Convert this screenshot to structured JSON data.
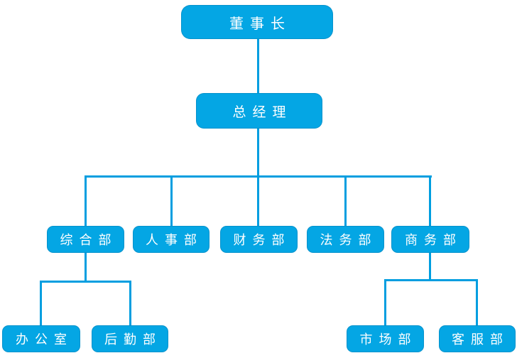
{
  "diagram": {
    "type": "org-chart",
    "background_color": "#FFFFFF",
    "levels": 4
  },
  "colors": {
    "node_fill": "#04A6E4",
    "node_border": "#0A8FC8",
    "connector": "#009EE0",
    "node_text": "#FFFFFF",
    "canvas_bg": "#FFFFFF"
  },
  "nodes": {
    "chairman": {
      "label": "董事长",
      "level": 1
    },
    "general_manager": {
      "label": "总经理",
      "level": 2
    },
    "general_affairs": {
      "label": "综合部",
      "level": 3
    },
    "hr": {
      "label": "人事部",
      "level": 3
    },
    "finance": {
      "label": "财务部",
      "level": 3
    },
    "legal": {
      "label": "法务部",
      "level": 3
    },
    "business": {
      "label": "商务部",
      "level": 3
    },
    "office": {
      "label": "办公室",
      "level": 4
    },
    "logistics": {
      "label": "后勤部",
      "level": 4
    },
    "marketing": {
      "label": "市场部",
      "level": 4
    },
    "customer_service": {
      "label": "客服部",
      "level": 4
    }
  },
  "hierarchy": {
    "董事长": [
      "总经理"
    ],
    "总经理": [
      "综合部",
      "人事部",
      "财务部",
      "法务部",
      "商务部"
    ],
    "综合部": [
      "办公室",
      "后勤部"
    ],
    "商务部": [
      "市场部",
      "客服部"
    ]
  }
}
